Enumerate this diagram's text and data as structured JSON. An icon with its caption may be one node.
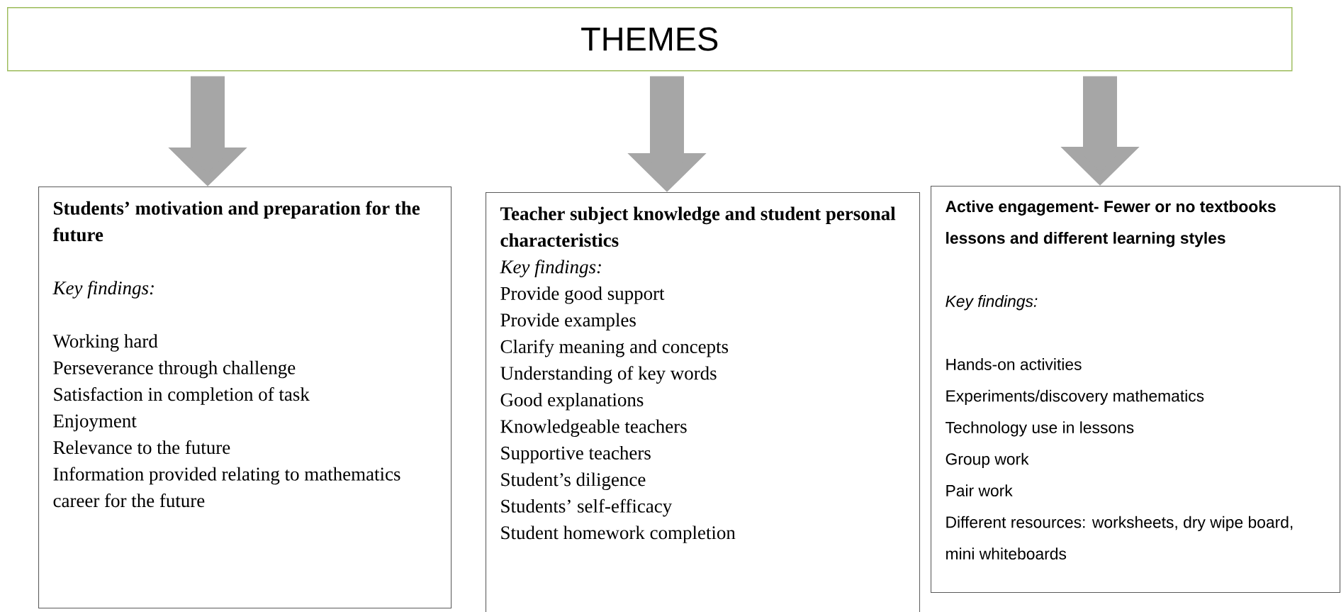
{
  "diagram": {
    "nodes": [
      {
        "text": [
          "THEMES"
        ]
      },
      {
        "text": [
          "Students’ motivation and preparation for the future",
          "Key findings:",
          "Working hard",
          "Perseverance through challenge",
          "Satisfaction in completion of task",
          "Enjoyment",
          "Relevance to the future",
          "Information provided relating to mathematics career for the future"
        ]
      },
      {
        "text": [
          "Teacher subject knowledge and student personal characteristics",
          "Key findings:",
          "Provide good support",
          "Provide examples",
          "Clarify meaning and concepts",
          "Understanding of key words",
          "Good explanations",
          "Knowledgeable teachers",
          "Supportive teachers",
          "Student’s diligence",
          "Students’ self-efficacy",
          "Student homework completion"
        ]
      },
      {
        "text": [
          "Active engagement- Fewer or no textbooks lessons and different learning styles",
          "Key findings:",
          "Hands-on activities",
          "Experiments/discovery mathematics",
          "Technology use in lessons",
          "Group work",
          "Pair work",
          "Different resources: worksheets, dry wipe board, mini whiteboards"
        ]
      }
    ],
    "edges": [
      {
        "from": 0,
        "to": 1,
        "arrow": "to"
      },
      {
        "from": 0,
        "to": 2,
        "arrow": "to"
      },
      {
        "from": 0,
        "to": 3,
        "arrow": "to"
      }
    ]
  }
}
